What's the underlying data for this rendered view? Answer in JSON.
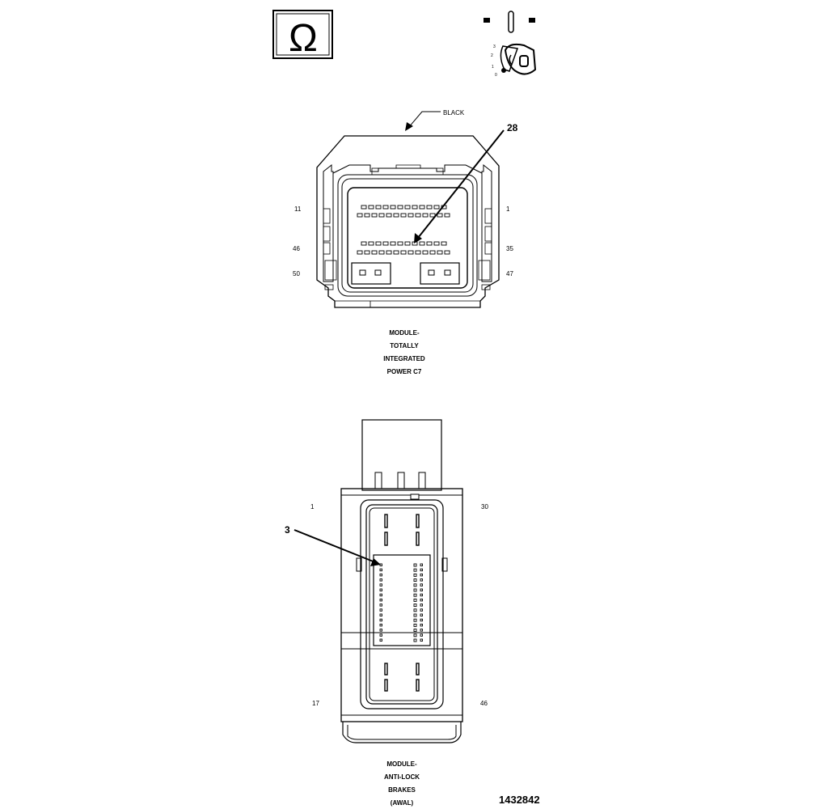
{
  "header": {
    "ohm_symbol": "Ω",
    "ignition": {
      "positions": [
        "3",
        "2",
        "1",
        "0"
      ]
    }
  },
  "connector_c7": {
    "color_label": "BLACK",
    "callout": "28",
    "pins": {
      "top_left": "11",
      "top_right": "1",
      "mid_left": "46",
      "mid_right": "35",
      "bot_left": "50",
      "bot_right": "47"
    },
    "caption": [
      "MODULE-",
      "TOTALLY",
      "INTEGRATED",
      "POWER C7"
    ]
  },
  "connector_abs": {
    "callout": "3",
    "pins": {
      "top_left": "1",
      "top_right": "30",
      "bot_left": "17",
      "bot_right": "46"
    },
    "caption": [
      "MODULE-",
      "ANTI-LOCK",
      "BRAKES",
      "(AWAL)"
    ]
  },
  "figure_number": "1432842"
}
